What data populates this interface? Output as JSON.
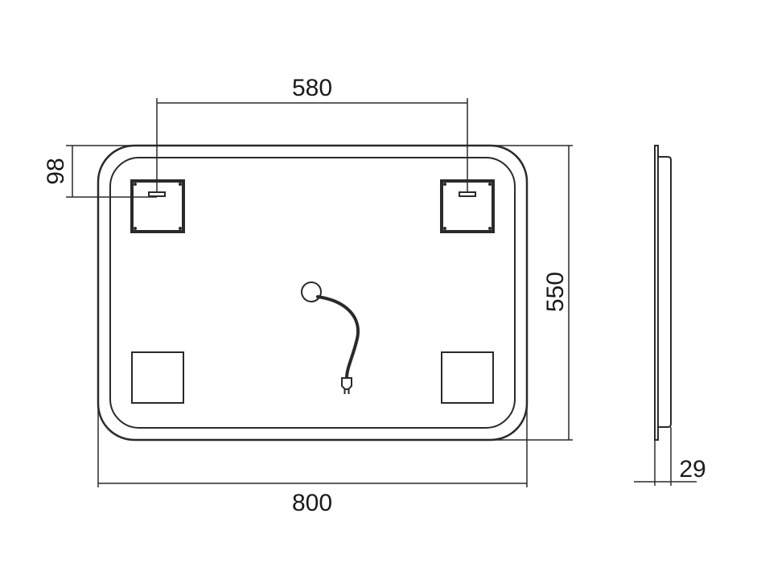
{
  "dimensions": {
    "mount_spacing": "580",
    "mount_offset": "98",
    "height": "550",
    "width": "800",
    "depth": "29"
  },
  "colors": {
    "line": "#2a2a2a",
    "background": "#ffffff"
  }
}
